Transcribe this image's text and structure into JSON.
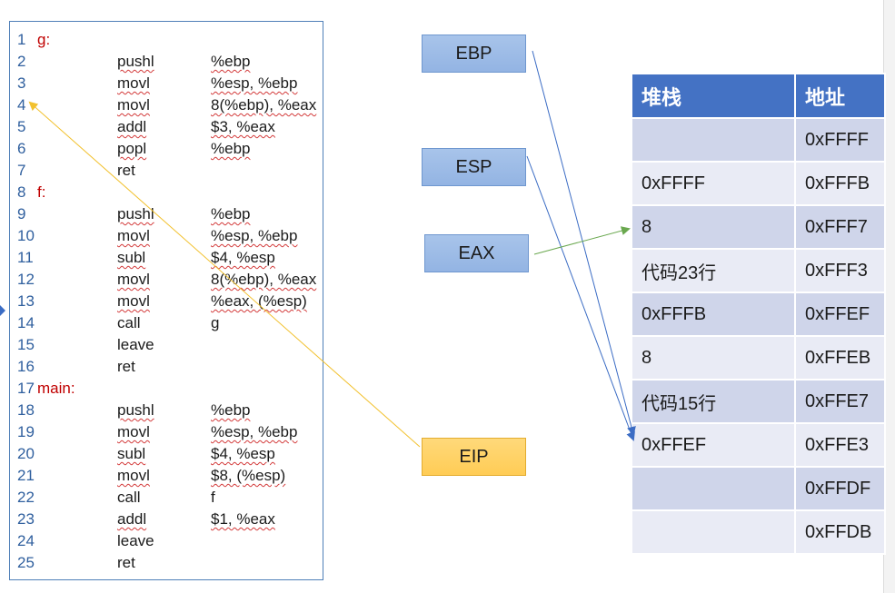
{
  "code": [
    {
      "n": "1",
      "label": "g:"
    },
    {
      "n": "2",
      "op": "pushl",
      "arg": "%ebp"
    },
    {
      "n": "3",
      "op": "movl",
      "arg": "%esp, %ebp"
    },
    {
      "n": "4",
      "op": "movl",
      "arg": "8(%ebp), %eax"
    },
    {
      "n": "5",
      "op": "addl",
      "arg": "$3, %eax"
    },
    {
      "n": "6",
      "op": "popl",
      "arg": "%ebp"
    },
    {
      "n": "7",
      "op": "ret"
    },
    {
      "n": "8",
      "label": "f:"
    },
    {
      "n": "9",
      "op": "pushl",
      "arg": "%ebp"
    },
    {
      "n": "10",
      "op": "movl",
      "arg": "%esp, %ebp"
    },
    {
      "n": "11",
      "op": "subl",
      "arg": "$4, %esp"
    },
    {
      "n": "12",
      "op": "movl",
      "arg": "8(%ebp), %eax"
    },
    {
      "n": "13",
      "op": "movl",
      "arg": "%eax, (%esp)"
    },
    {
      "n": "14",
      "op": "call",
      "arg": "g"
    },
    {
      "n": "15",
      "op": "leave"
    },
    {
      "n": "16",
      "op": "ret"
    },
    {
      "n": "17",
      "label": "main:"
    },
    {
      "n": "18",
      "op": "pushl",
      "arg": "%ebp"
    },
    {
      "n": "19",
      "op": "movl",
      "arg": "%esp, %ebp"
    },
    {
      "n": "20",
      "op": "subl",
      "arg": "$4, %esp"
    },
    {
      "n": "21",
      "op": "movl",
      "arg": "$8, (%esp)"
    },
    {
      "n": "22",
      "op": "call",
      "arg": "f"
    },
    {
      "n": "23",
      "op": "addl",
      "arg": "$1, %eax"
    },
    {
      "n": "24",
      "op": "leave"
    },
    {
      "n": "25",
      "op": "ret"
    }
  ],
  "registers": {
    "ebp": "EBP",
    "esp": "ESP",
    "eax": "EAX",
    "eip": "EIP"
  },
  "stack": {
    "header_stack": "堆栈",
    "header_address": "地址",
    "rows": [
      {
        "value": "",
        "address": "0xFFFF"
      },
      {
        "value": "0xFFFF",
        "address": "0xFFFB"
      },
      {
        "value": "8",
        "address": "0xFFF7"
      },
      {
        "value": "代码23行",
        "address": "0xFFF3"
      },
      {
        "value": "0xFFFB",
        "address": "0xFFEF"
      },
      {
        "value": "8",
        "address": "0xFFEB"
      },
      {
        "value": "代码15行",
        "address": "0xFFE7"
      },
      {
        "value": "0xFFEF",
        "address": "0xFFE3"
      },
      {
        "value": "",
        "address": "0xFFDF"
      },
      {
        "value": "",
        "address": "0xFFDB"
      }
    ]
  },
  "colors": {
    "register_fill": "#9bbbe6",
    "eip_fill": "#ffd05f",
    "header_fill": "#4472c4",
    "label_red": "#c00000",
    "arrow_blue": "#3b6cc4",
    "arrow_green": "#6aa84f",
    "arrow_yellow": "#f2c12e"
  }
}
